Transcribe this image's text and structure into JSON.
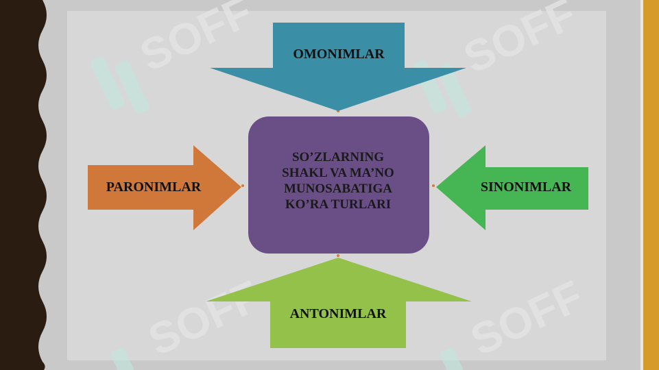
{
  "diagram": {
    "center": {
      "lines": [
        "SO’ZLARNING",
        "SHAKL VA MA’NO",
        "MUNOSABATIGA",
        "KO’RA TURLARI"
      ]
    },
    "arrows": {
      "top": "OMONIMLAR",
      "left": "PARONIMLAR",
      "right": "SINONIMLAR",
      "bottom": "ANTONIMLAR"
    }
  },
  "watermark": "SOFF",
  "colors": {
    "panel": "#d7d7d7",
    "top_arrow": "#3a8fa6",
    "left_arrow": "#d0783a",
    "right_arrow": "#46b554",
    "bottom_arrow": "#93c14a",
    "center_box": "#6a4f86",
    "left_border": "#2a1c10",
    "right_border": "#d49a2a"
  }
}
